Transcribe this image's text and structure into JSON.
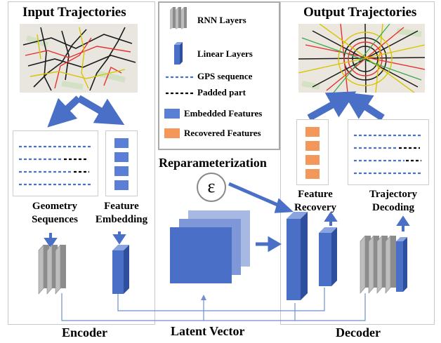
{
  "encoder": {
    "title": "Input Trajectories",
    "footer": "Encoder",
    "geometry_label": [
      "Geometry",
      "Sequences"
    ],
    "feature_label": [
      "Feature",
      "Embedding"
    ]
  },
  "legend": {
    "items": [
      {
        "icon": "rnn-layer-icon",
        "label": "RNN Layers"
      },
      {
        "icon": "linear-layer-icon",
        "label": "Linear Layers"
      },
      {
        "icon": "gps-dotted-line-icon",
        "label": "GPS sequence",
        "color": "#4a72c4"
      },
      {
        "icon": "padded-dotted-line-icon",
        "label": "Padded part",
        "color": "#000000"
      },
      {
        "icon": "embedded-feature-icon",
        "label": "Embedded Features",
        "color": "#5b7fd6"
      },
      {
        "icon": "recovered-feature-icon",
        "label": "Recovered Features",
        "color": "#f3975a"
      }
    ]
  },
  "center": {
    "reparam": "Reparameterization",
    "epsilon": "ε",
    "latent": "Latent Vector"
  },
  "decoder": {
    "title": "Output Trajectories",
    "footer": "Decoder",
    "recovery_label": [
      "Feature",
      "Recovery"
    ],
    "decoding_label": [
      "Trajectory",
      "Decoding"
    ]
  },
  "colors": {
    "blue": "#4a6fc7",
    "blue_dark": "#2e4f9e",
    "orange": "#f3975a",
    "gray": "#9a9a9a"
  }
}
